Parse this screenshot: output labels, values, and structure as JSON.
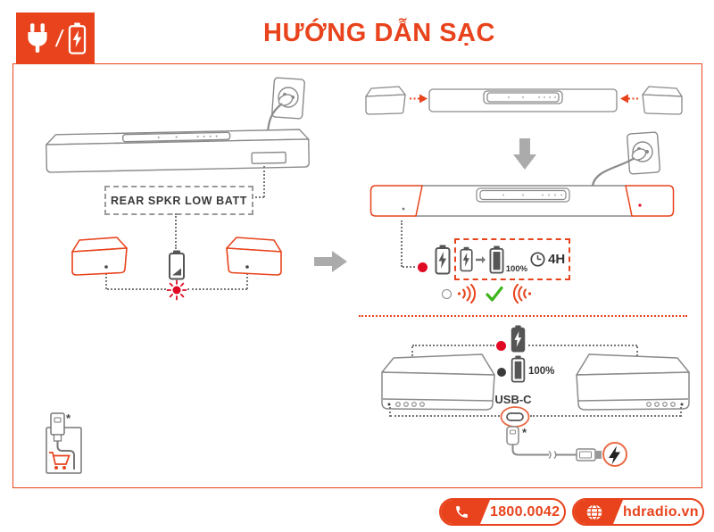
{
  "header": {
    "title": "HƯỚNG DẪN SẠC",
    "icon_separator": "/"
  },
  "soundbar_display": {
    "message": "REAR SPKR LOW BATT"
  },
  "charging_info": {
    "battery_full": "100%",
    "charge_time": "4H"
  },
  "speaker_charging": {
    "usb_port_label": "USB-C",
    "battery_full": "100%",
    "cable_note_mark": "*"
  },
  "accessory_note_mark": "*",
  "footer": {
    "phone": "1800.0042",
    "website": "hdradio.vn"
  },
  "icons": {
    "header": [
      "power-plug-icon",
      "battery-charging-icon"
    ],
    "status": [
      "red-led-icon",
      "battery-low-icon",
      "battery-charging-icon",
      "battery-full-icon",
      "clock-icon",
      "blinking-led-icon",
      "wireless-waves-icon",
      "checkmark-icon",
      "led-off-icon"
    ],
    "connectivity": [
      "power-outlet-icon",
      "usb-c-connector-icon",
      "usb-cable-icon",
      "lightning-icon",
      "shopping-cart-icon"
    ],
    "footer": [
      "phone-icon",
      "globe-icon"
    ]
  },
  "colors": {
    "accent_orange": "#E8431C",
    "status_red": "#E00A25",
    "success_green": "#3DB61B",
    "outline_gray": "#8A8A8A",
    "dark_gray": "#4A4A4A"
  }
}
